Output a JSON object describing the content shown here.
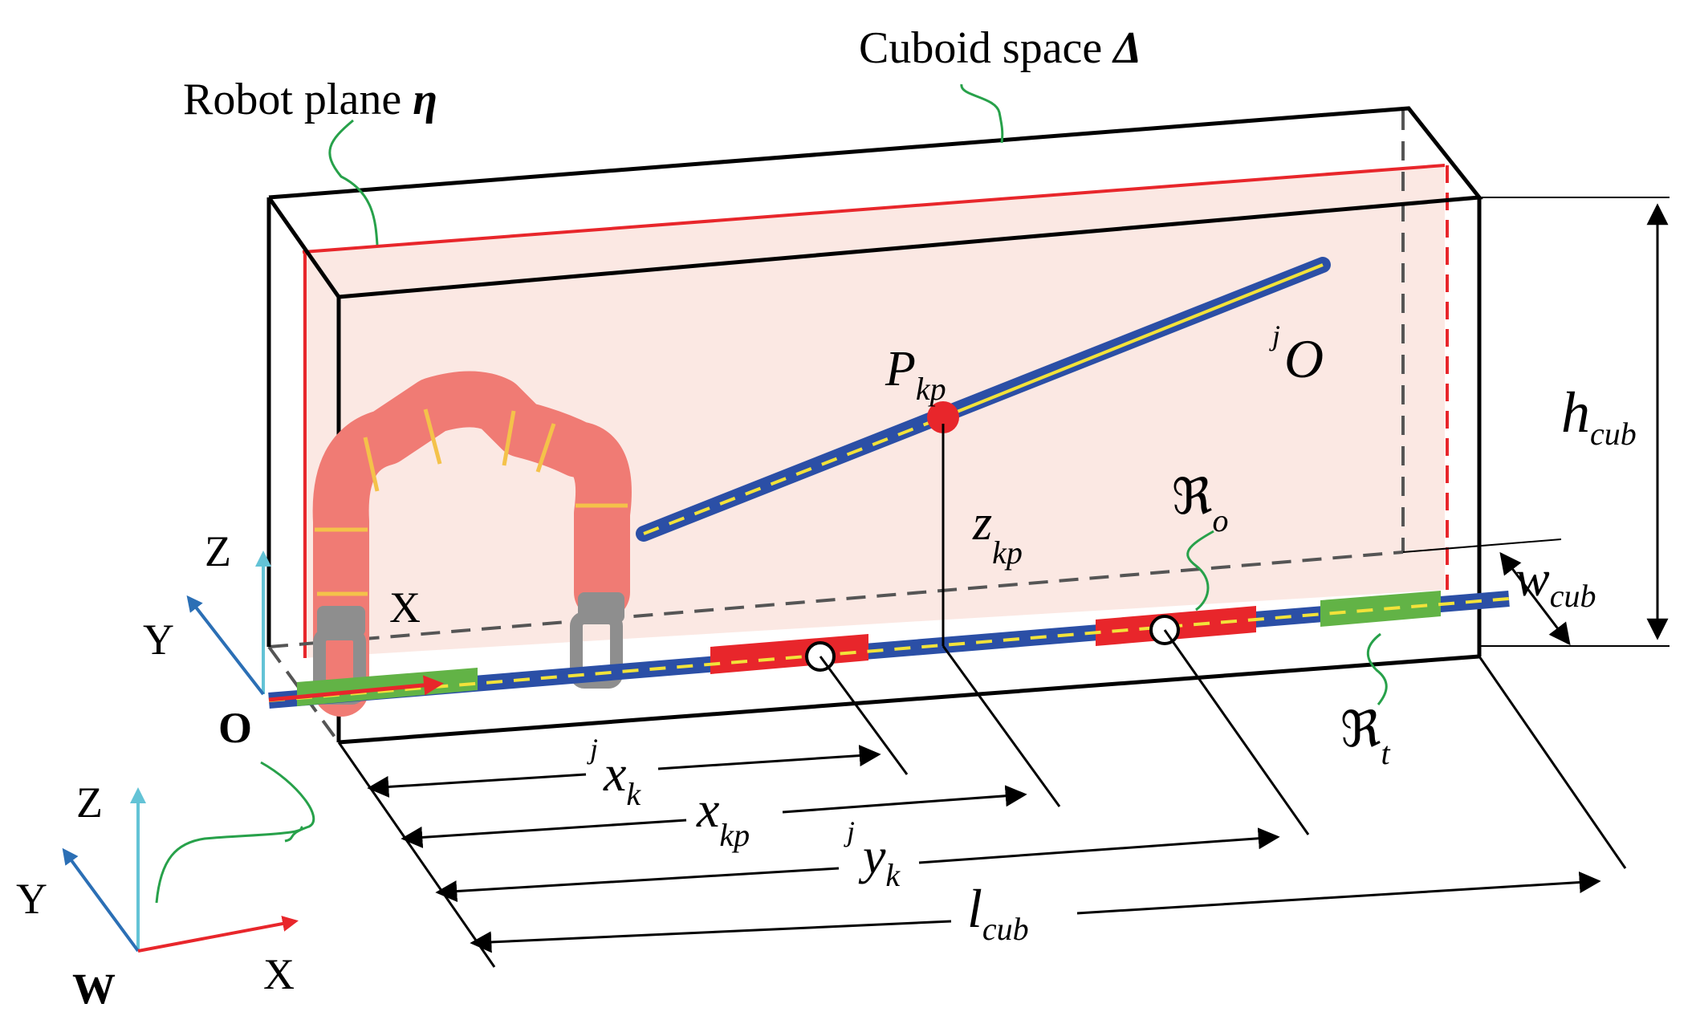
{
  "labels": {
    "cuboid_space": "Cuboid space",
    "cuboid_symbol": "Δ",
    "robot_plane": "Robot plane",
    "robot_plane_symbol": "η",
    "P_main": "P",
    "P_sub": "kp",
    "jO_pre": "j",
    "jO_main": "O",
    "h_main": "h",
    "h_sub": "cub",
    "w_main": "w",
    "w_sub": "cub",
    "z_main": "z",
    "z_sub": "kp",
    "Ro_main": "ℜ",
    "Ro_sub": "o",
    "Rt_main": "ℜ",
    "Rt_sub": "t",
    "jxk_pre": "j",
    "jxk_main": "x",
    "jxk_sub": "k",
    "xkp_main": "x",
    "xkp_sub": "kp",
    "jyk_pre": "j",
    "jyk_main": "y",
    "jyk_sub": "k",
    "l_main": "l",
    "l_sub": "cub",
    "origin_O": "O",
    "origin_W": "W",
    "axis_x": "X",
    "axis_y": "Y",
    "axis_z": "Z"
  },
  "colors": {
    "plane_fill": "#fbe6e0",
    "plane_edge": "#e8262b",
    "rail_blue": "#2b4fa6",
    "rail_dash": "#f2e23a",
    "region_red": "#e8262b",
    "region_green": "#62b346",
    "robot_body": "#f07b74",
    "robot_ring": "#f4c24a",
    "gripper": "#8e8e8e",
    "axis_cyan": "#63c3d6",
    "axis_blue": "#2b6fb5",
    "axis_red": "#e8262b",
    "leader_green": "#27a14a",
    "dashed_gray": "#555555"
  }
}
